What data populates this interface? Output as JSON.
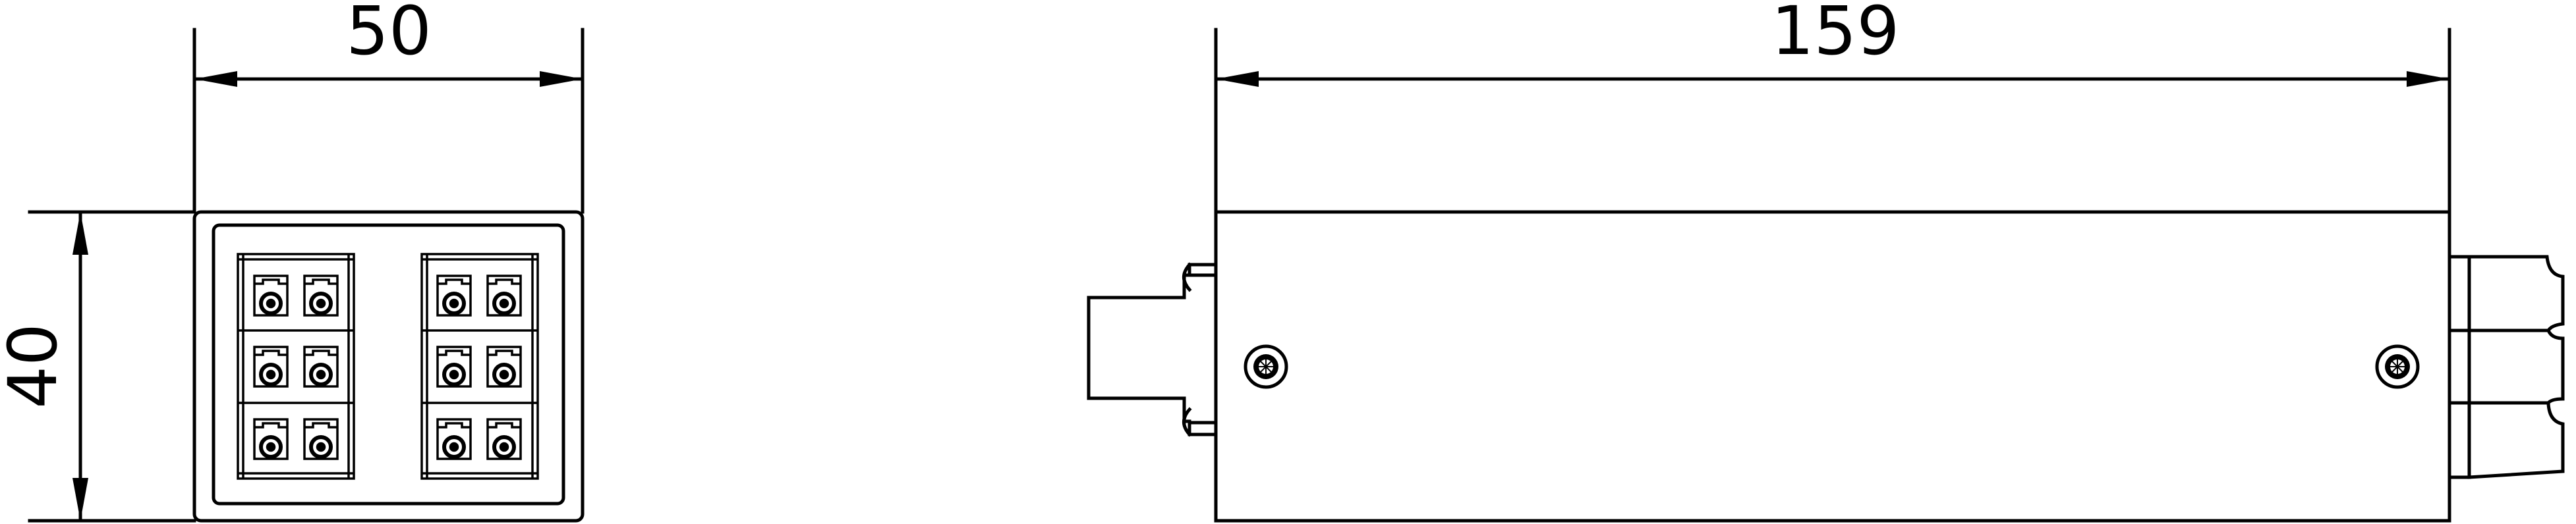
{
  "dimensions": {
    "front_width": "50",
    "height": "40",
    "side_length": "159"
  },
  "colors": {
    "stroke": "#000000",
    "background": "#ffffff"
  }
}
